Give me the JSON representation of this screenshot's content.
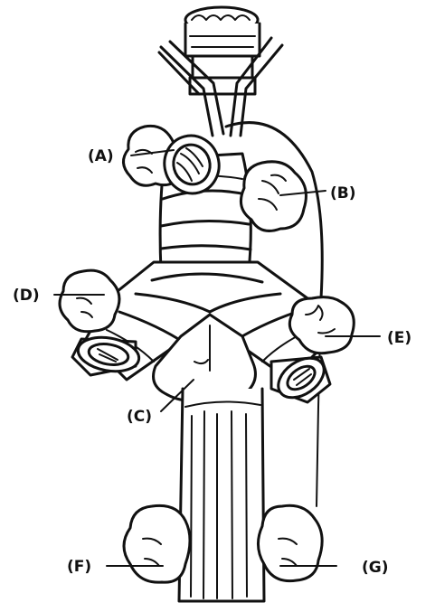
{
  "diagram": {
    "labels": {
      "a": "(A)",
      "b": "(B)",
      "c": "(C)",
      "d": "(D)",
      "e": "(E)",
      "f": "(F)",
      "g": "(G)"
    }
  }
}
